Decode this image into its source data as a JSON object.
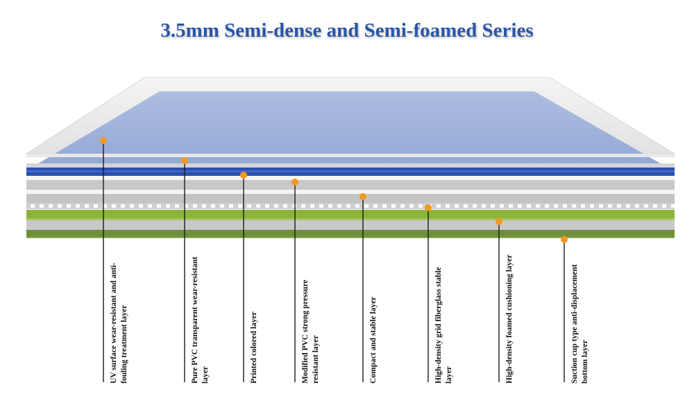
{
  "title": "3.5mm Semi-dense and Semi-foamed Series",
  "layers": [
    {
      "label": "UV surface wear-resistant and anti-fouling treatment layer"
    },
    {
      "label": "Pure PVC transparent wear-resistant layer"
    },
    {
      "label": "Printed colored layer"
    },
    {
      "label": "Modified PVC strong pressure resistant layer"
    },
    {
      "label": "Compact and stable layer"
    },
    {
      "label": "High-density grid fiberglass stable layer"
    },
    {
      "label": "High-density foamed cushioning layer"
    },
    {
      "label": "Suction cup type anti-displacement bottom layer"
    }
  ],
  "colors": {
    "title": "#2a56a8",
    "callout_dot": "#f29a1e",
    "callout_line": "#1a1a1a",
    "top_surface": "#9fb3dc",
    "print_layer": "#2b4fb0",
    "gray_layer": "#c8c8c8",
    "green_layer": "#8cb33a",
    "dark_green_layer": "#6f8f3a"
  }
}
